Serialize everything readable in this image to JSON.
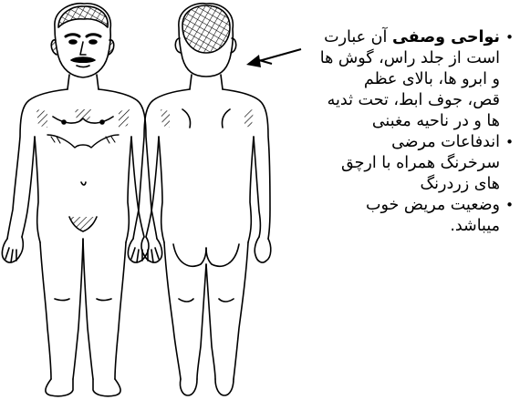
{
  "text_panel": {
    "items": [
      {
        "bold": "نواحی وصفی",
        "lines": [
          "آن عبارت",
          "است از جلد راس، گوش ها",
          "و ابرو ها، بالای عظم",
          "قص، جوف ابط، تحت ثدیه",
          "ها و در ناحیه  مغبنی"
        ]
      },
      {
        "lines": [
          "اندفاعات مرضی",
          "سرخرنگ همراه با ارچق",
          "های زردرنگ"
        ]
      },
      {
        "lines": [
          "وضعیت مریض خوب",
          "میباشد."
        ]
      }
    ]
  },
  "figure": {
    "front_body": "front-body",
    "back_body": "back-body",
    "arrow": "pointer-arrow",
    "stroke_color": "#000000",
    "lesion_pattern": "cross-hatch"
  }
}
